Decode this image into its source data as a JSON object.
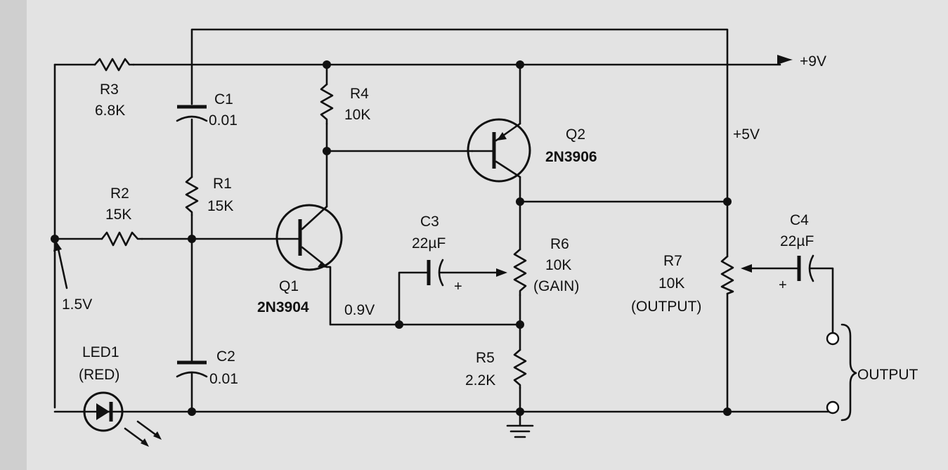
{
  "labels": {
    "supply": "+9V",
    "r3_name": "R3",
    "r3_value": "6.8K",
    "c1_name": "C1",
    "c1_value": "0.01",
    "r4_name": "R4",
    "r4_value": "10K",
    "q2_name": "Q2",
    "q2_part": "2N3906",
    "v5": "+5V",
    "r2_name": "R2",
    "r2_value": "15K",
    "r1_name": "R1",
    "r1_value": "15K",
    "c3_name": "C3",
    "c3_value": "22µF",
    "r6_name": "R6",
    "r6_value": "10K",
    "r6_note": "(GAIN)",
    "c4_name": "C4",
    "c4_value": "22µF",
    "r7_name": "R7",
    "r7_value": "10K",
    "r7_note": "(OUTPUT)",
    "v15": "1.5V",
    "q1_name": "Q1",
    "q1_part": "2N3904",
    "v09": "0.9V",
    "c2_name": "C2",
    "c2_value": "0.01",
    "led_name": "LED1",
    "led_note": "(RED)",
    "r5_name": "R5",
    "r5_value": "2.2K",
    "output": "OUTPUT",
    "plus": "+"
  }
}
